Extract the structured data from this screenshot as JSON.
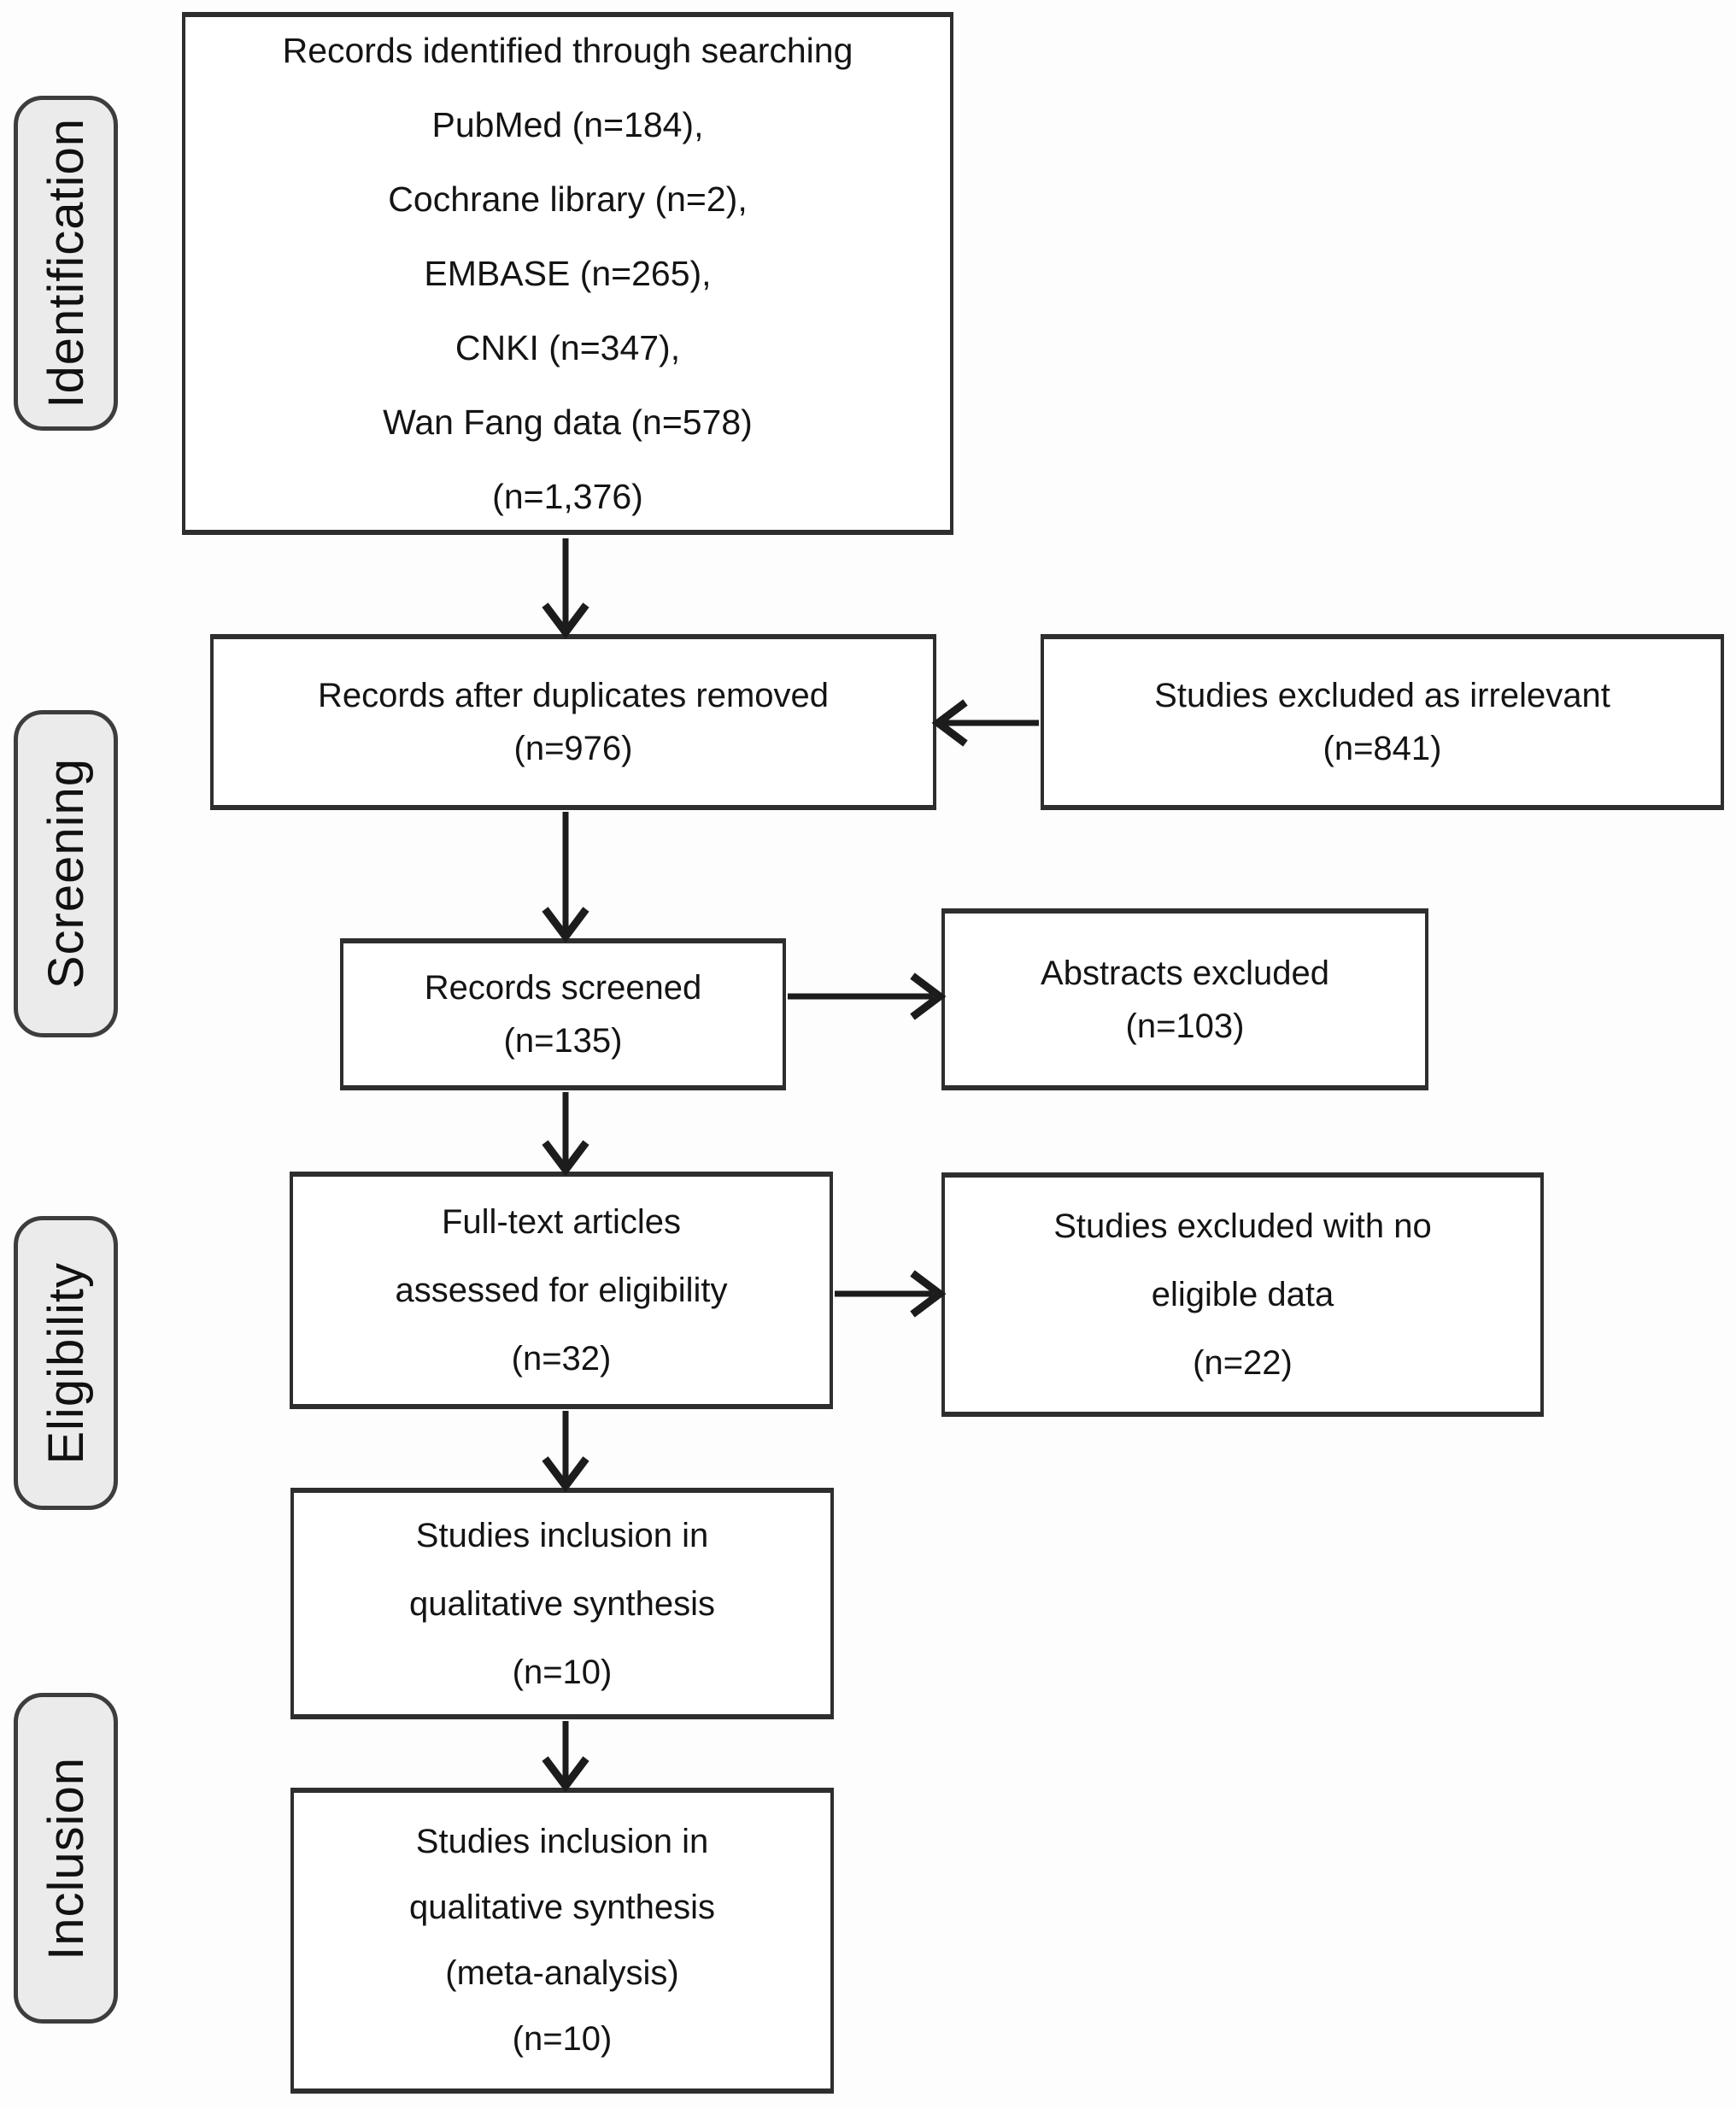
{
  "title": "PRISMA study selection flow diagram",
  "colors": {
    "page_background": "#fdfdfd",
    "box_background": "#ffffff",
    "box_border": "#2e2e2e",
    "stage_background": "#ebebeb",
    "stage_border": "#3d3d3d",
    "arrow": "#1c1c1c",
    "text": "#141414"
  },
  "stages": [
    {
      "label": "Identification"
    },
    {
      "label": "Screening"
    },
    {
      "label": "Eligibility"
    },
    {
      "label": "Inclusion"
    }
  ],
  "boxes": {
    "records_identified": {
      "n": "1,376",
      "lines": [
        "Records identified through searching",
        "PubMed (n=184),",
        "Cochrane library (n=2),",
        "EMBASE (n=265),",
        "CNKI (n=347),",
        "Wan Fang data (n=578)",
        "(n=1,376)"
      ]
    },
    "duplicates_removed": {
      "n": "976",
      "lines": [
        "Records after duplicates removed",
        "(n=976)"
      ]
    },
    "excluded_irrelevant": {
      "n": "841",
      "lines": [
        "Studies excluded as irrelevant",
        "(n=841)"
      ]
    },
    "records_screened": {
      "n": "135",
      "lines": [
        "Records screened",
        "(n=135)"
      ]
    },
    "abstracts_excluded": {
      "n": "103",
      "lines": [
        "Abstracts excluded",
        "(n=103)"
      ]
    },
    "fulltext_assessed": {
      "n": "32",
      "lines": [
        "Full-text articles",
        "assessed for eligibility",
        "(n=32)"
      ]
    },
    "excluded_no_eligible_data": {
      "n": "22",
      "lines": [
        "Studies excluded with no",
        "eligible data",
        "(n=22)"
      ]
    },
    "qualitative_synthesis": {
      "n": "10",
      "lines": [
        "Studies inclusion in",
        "qualitative synthesis",
        "(n=10)"
      ]
    },
    "meta_analysis": {
      "n": "10",
      "lines": [
        "Studies inclusion in",
        "qualitative synthesis",
        "(meta-analysis)",
        "(n=10)"
      ]
    }
  },
  "arrows": [
    {
      "from": "records_identified",
      "to": "duplicates_removed",
      "direction": "down"
    },
    {
      "from": "excluded_irrelevant",
      "to": "duplicates_removed",
      "direction": "left"
    },
    {
      "from": "duplicates_removed",
      "to": "records_screened",
      "direction": "down"
    },
    {
      "from": "records_screened",
      "to": "abstracts_excluded",
      "direction": "right"
    },
    {
      "from": "records_screened",
      "to": "fulltext_assessed",
      "direction": "down"
    },
    {
      "from": "fulltext_assessed",
      "to": "excluded_no_eligible_data",
      "direction": "right"
    },
    {
      "from": "fulltext_assessed",
      "to": "qualitative_synthesis",
      "direction": "down"
    },
    {
      "from": "qualitative_synthesis",
      "to": "meta_analysis",
      "direction": "down"
    }
  ]
}
